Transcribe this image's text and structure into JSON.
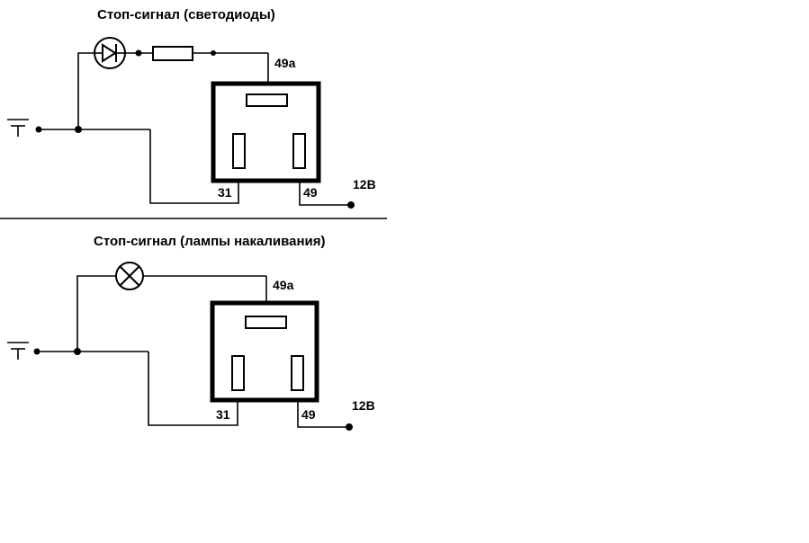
{
  "diagrams": [
    {
      "title": "Стоп-сигнал (светодиоды)",
      "lamp_icon": "led-diode-icon",
      "has_resistor": true,
      "pins": {
        "top": "49a",
        "left": "31",
        "right": "49"
      },
      "supply_label": "12В"
    },
    {
      "title": "Стоп-сигнал (лампы накаливания)",
      "lamp_icon": "incandescent-lamp-icon",
      "has_resistor": false,
      "pins": {
        "top": "49a",
        "left": "31",
        "right": "49"
      },
      "supply_label": "12В"
    }
  ],
  "colors": {
    "line": "#000000",
    "background": "#ffffff"
  }
}
